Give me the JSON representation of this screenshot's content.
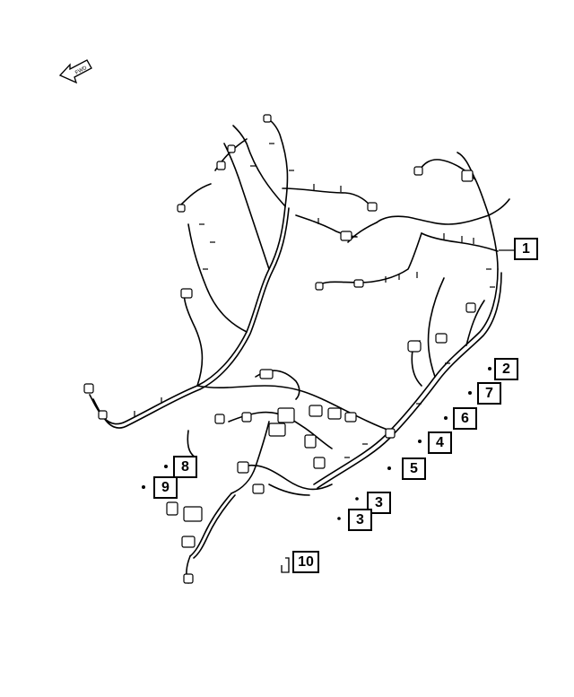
{
  "diagram": {
    "fwd_arrow_label": "FWD",
    "callouts": [
      {
        "id": "c1",
        "label": "1"
      },
      {
        "id": "c2",
        "label": "2"
      },
      {
        "id": "c7",
        "label": "7"
      },
      {
        "id": "c6",
        "label": "6"
      },
      {
        "id": "c4",
        "label": "4"
      },
      {
        "id": "c5",
        "label": "5"
      },
      {
        "id": "c8",
        "label": "8"
      },
      {
        "id": "c9",
        "label": "9"
      },
      {
        "id": "c3a",
        "label": "3"
      },
      {
        "id": "c3b",
        "label": "3"
      },
      {
        "id": "c10",
        "label": "10"
      }
    ]
  }
}
